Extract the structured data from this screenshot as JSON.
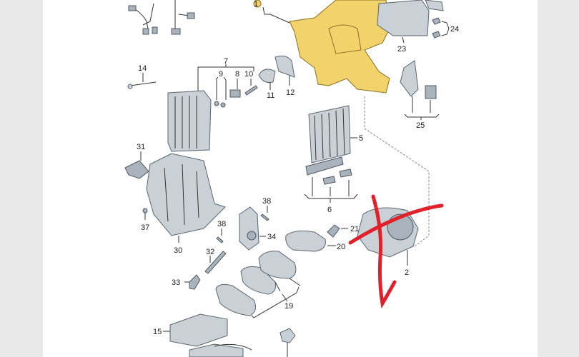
{
  "diagram": {
    "title": "Heater / air-conditioning unit exploded parts view",
    "callouts": {
      "p1": "1",
      "p2": "2",
      "p5": "5",
      "p6": "6",
      "p7": "7",
      "p8": "8",
      "p9": "9",
      "p10": "10",
      "p11": "11",
      "p12": "12",
      "p14": "14",
      "p15": "15",
      "p19": "19",
      "p20": "20",
      "p21": "21",
      "p23": "23",
      "p24": "24",
      "p25": "25",
      "p30": "30",
      "p31": "31",
      "p32": "32",
      "p33": "33",
      "p34": "34",
      "p37": "37",
      "p38a": "38",
      "p38b": "38"
    },
    "annotation_color": "#e0202a",
    "highlight_color": "#f2d36b"
  }
}
